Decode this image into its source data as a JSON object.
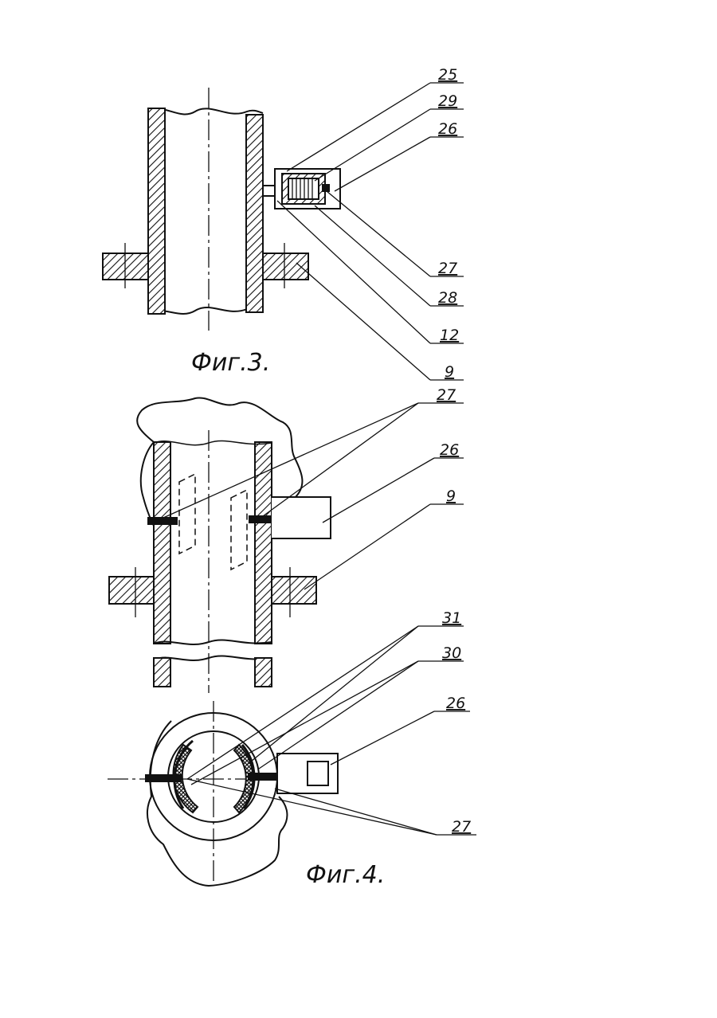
{
  "figures": [
    {
      "id": "fig3",
      "caption": "Фиг.3.",
      "callouts": [
        "25",
        "29",
        "26",
        "27",
        "28",
        "12",
        "9"
      ]
    },
    {
      "id": "fig4-section",
      "caption": "",
      "callouts": [
        "27",
        "26",
        "9"
      ]
    },
    {
      "id": "fig4-plan",
      "caption": "Фиг.4.",
      "callouts": [
        "31",
        "30",
        "26",
        "27"
      ]
    }
  ],
  "colors": {
    "ink": "#111111",
    "paper": "#ffffff"
  }
}
